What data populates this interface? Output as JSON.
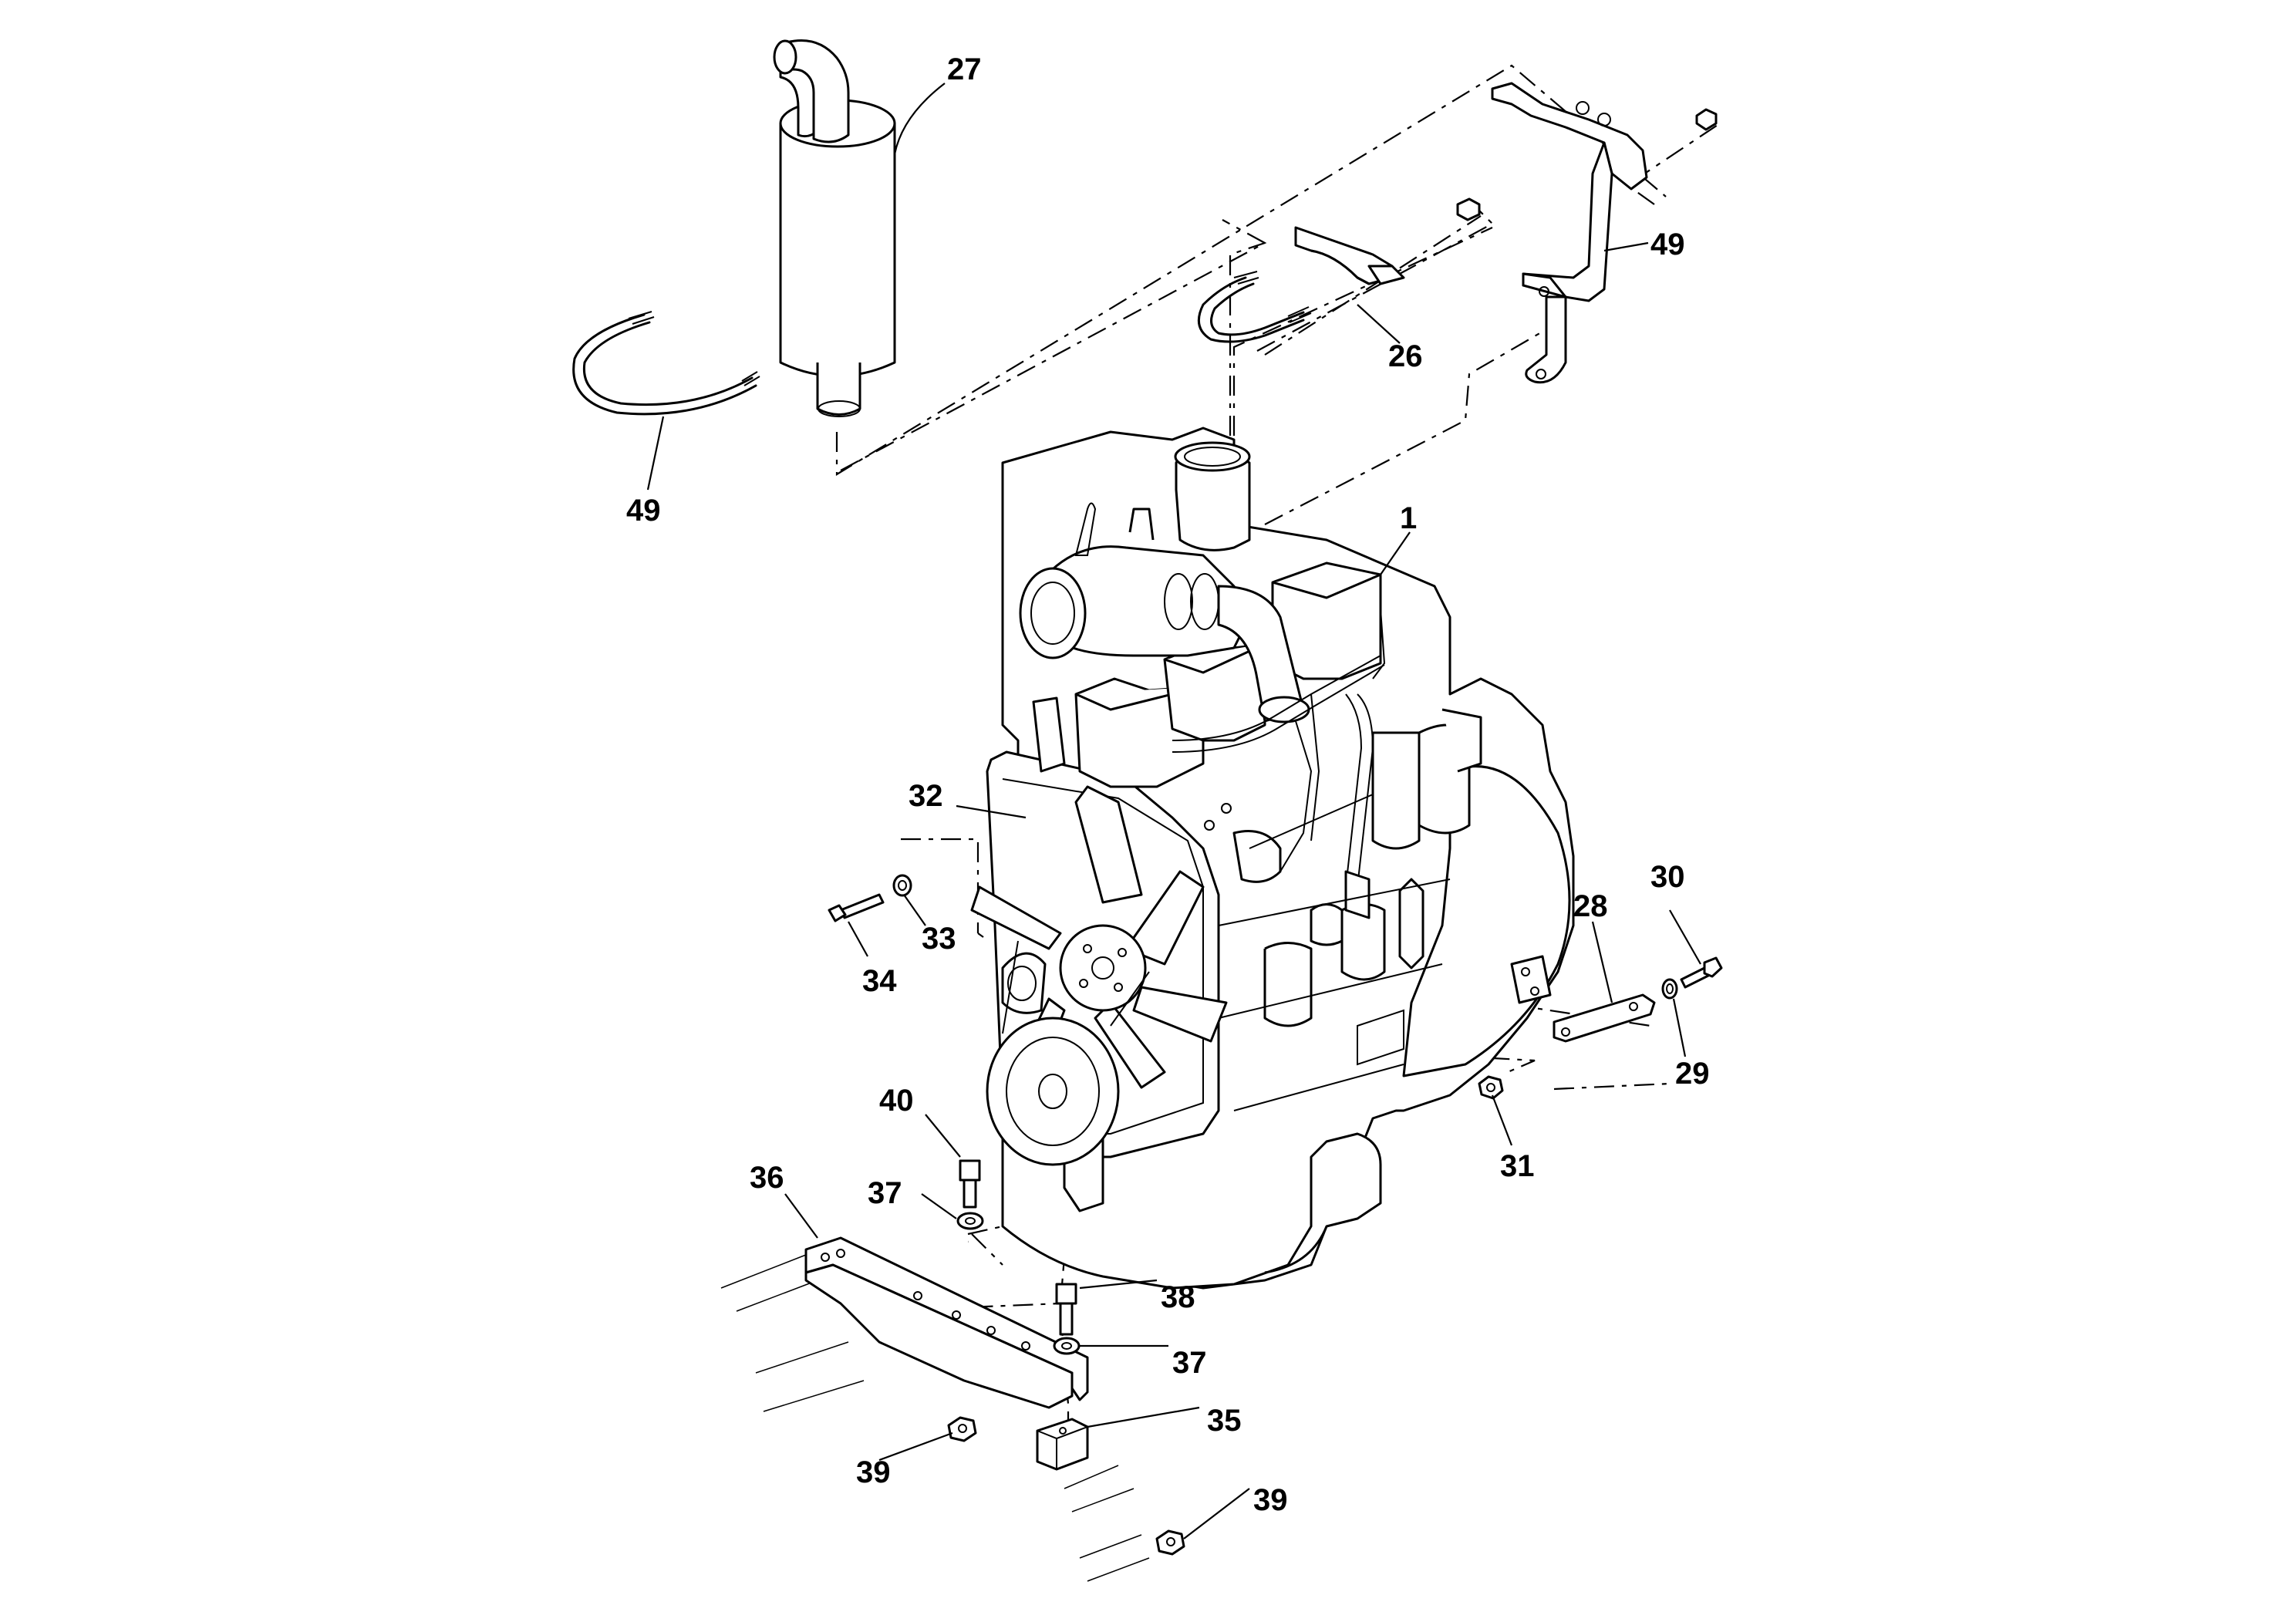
{
  "diagram": {
    "callouts": [
      {
        "id": "c27",
        "label": "27"
      },
      {
        "id": "c49a",
        "label": "49"
      },
      {
        "id": "c49b",
        "label": "49"
      },
      {
        "id": "c26",
        "label": "26"
      },
      {
        "id": "c1",
        "label": "1"
      },
      {
        "id": "c32",
        "label": "32"
      },
      {
        "id": "c33",
        "label": "33"
      },
      {
        "id": "c34",
        "label": "34"
      },
      {
        "id": "c28",
        "label": "28"
      },
      {
        "id": "c30",
        "label": "30"
      },
      {
        "id": "c29",
        "label": "29"
      },
      {
        "id": "c31",
        "label": "31"
      },
      {
        "id": "c40",
        "label": "40"
      },
      {
        "id": "c36",
        "label": "36"
      },
      {
        "id": "c37a",
        "label": "37"
      },
      {
        "id": "c38",
        "label": "38"
      },
      {
        "id": "c37b",
        "label": "37"
      },
      {
        "id": "c35",
        "label": "35"
      },
      {
        "id": "c39a",
        "label": "39"
      },
      {
        "id": "c39b",
        "label": "39"
      }
    ]
  }
}
